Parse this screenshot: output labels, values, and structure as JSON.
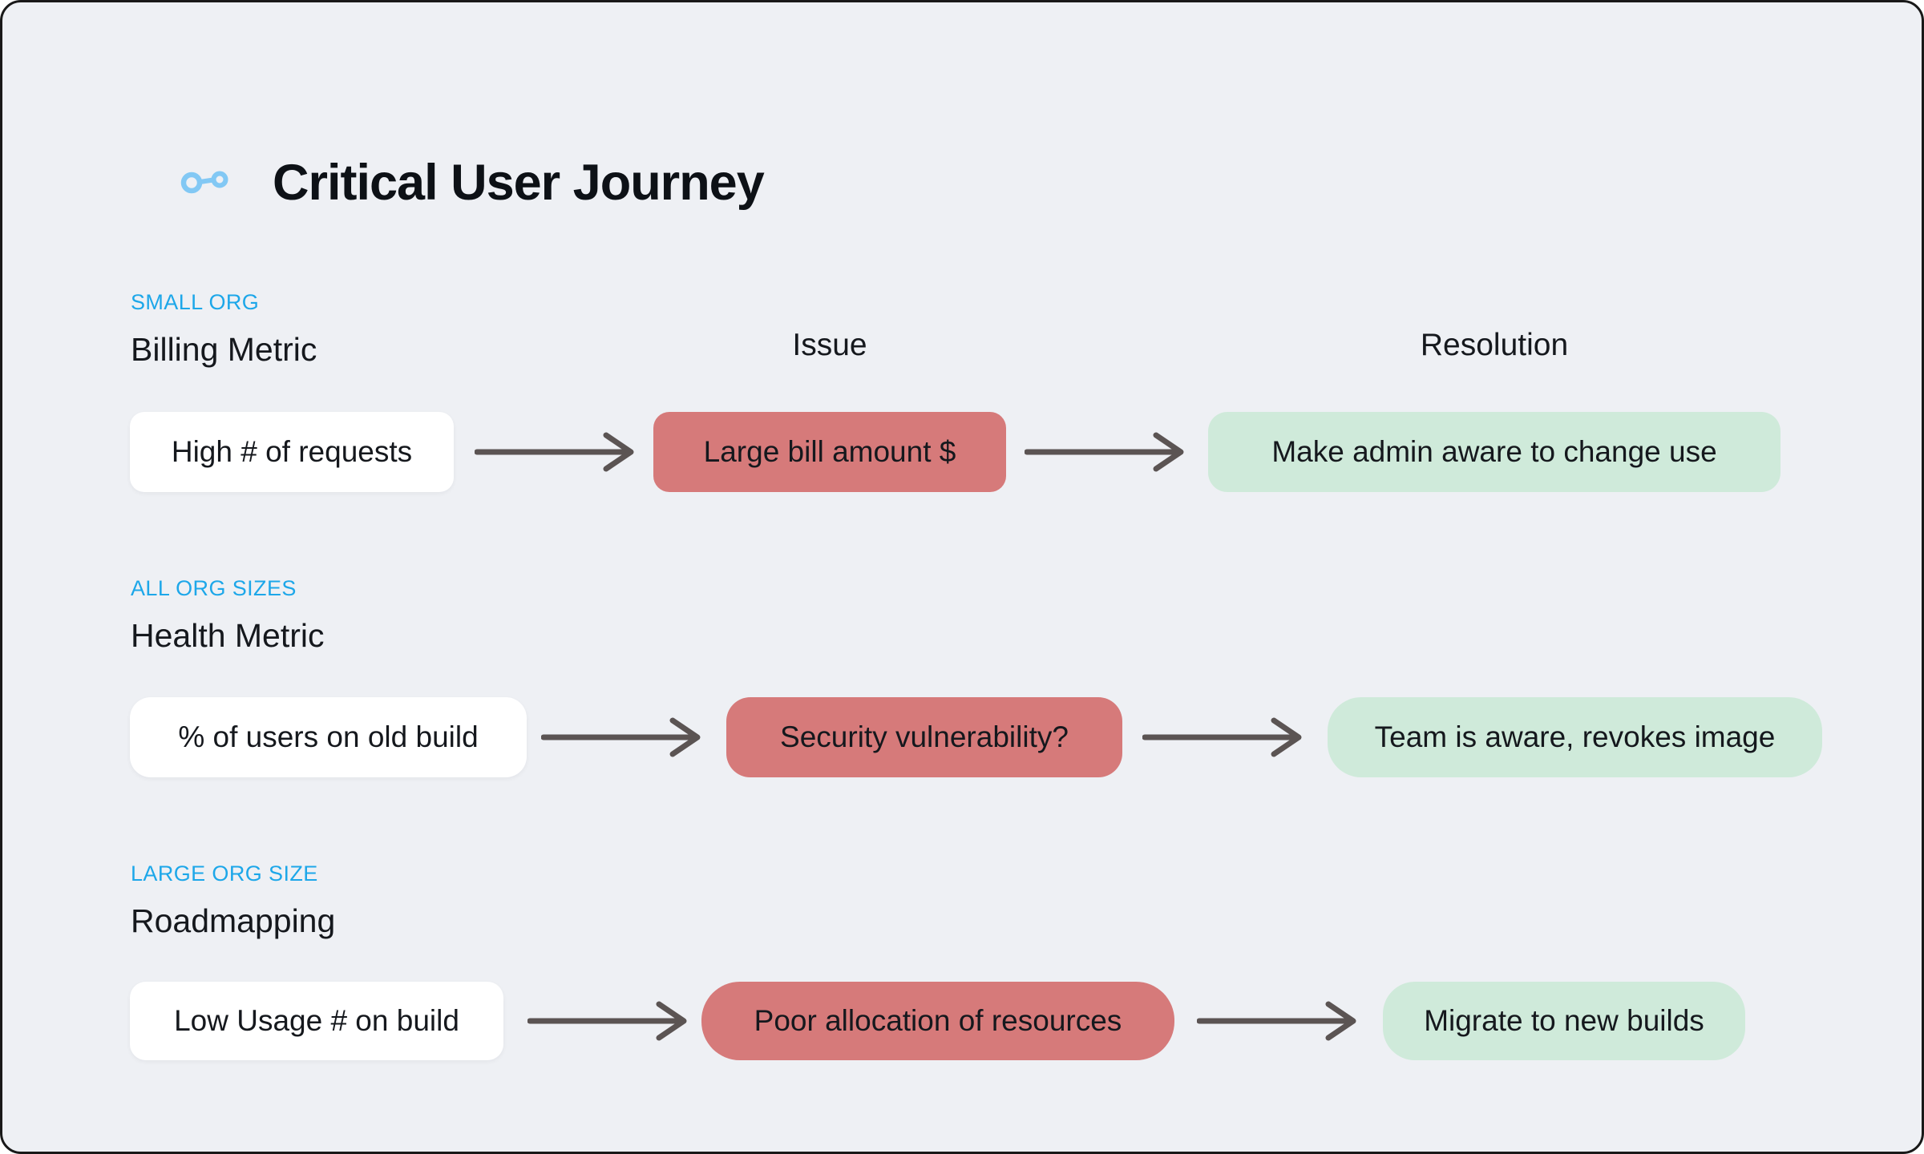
{
  "palette": {
    "background": "#eef0f4",
    "frame_border": "#191919",
    "tag_blue": "#1da7e9",
    "icon_blue": "#82c8f4",
    "issue_red": "#d67a7a",
    "resolution_green": "#cfeada",
    "metric_white": "#ffffff",
    "arrow_gray": "#5b5453",
    "text_dark": "#15181d"
  },
  "header": {
    "title": "Critical User Journey",
    "icon": "node-link-icon"
  },
  "columns": {
    "issue": "Issue",
    "resolution": "Resolution"
  },
  "sections": [
    {
      "tag": "SMALL ORG",
      "metric_label": "Billing Metric",
      "metric": "High # of requests",
      "issue": "Large bill amount $",
      "resolution": "Make admin aware to change use"
    },
    {
      "tag": "ALL ORG SIZES",
      "metric_label": "Health Metric",
      "metric": "% of users on old build",
      "issue": "Security vulnerability?",
      "resolution": "Team is aware, revokes image"
    },
    {
      "tag": "LARGE ORG SIZE",
      "metric_label": "Roadmapping",
      "metric": "Low Usage # on build",
      "issue": "Poor allocation of resources",
      "resolution": "Migrate to new builds"
    }
  ]
}
